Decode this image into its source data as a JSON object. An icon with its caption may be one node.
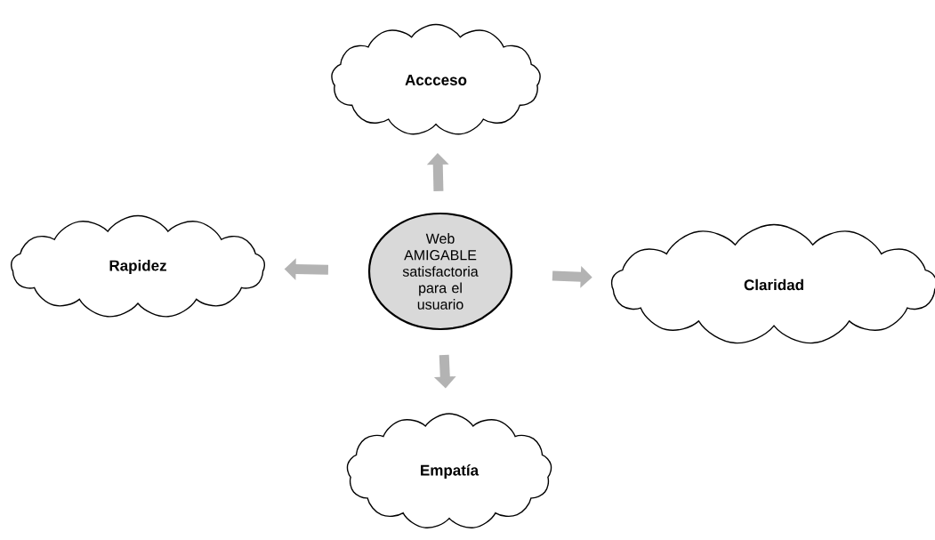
{
  "diagram": {
    "nodes": [
      {
        "text": [
          "Web AMIGABLE satisfactoria para el usuario"
        ]
      },
      {
        "text": [
          "Accceso"
        ]
      },
      {
        "text": [
          "Rapidez"
        ]
      },
      {
        "text": [
          "Claridad"
        ]
      },
      {
        "text": [
          "Empatía"
        ]
      }
    ],
    "edges": [
      {
        "from": 0,
        "to": 1,
        "arrow": "to"
      },
      {
        "from": 0,
        "to": 2,
        "arrow": "to"
      },
      {
        "from": 0,
        "to": 3,
        "arrow": "to"
      },
      {
        "from": 0,
        "to": 4,
        "arrow": "to"
      }
    ]
  }
}
